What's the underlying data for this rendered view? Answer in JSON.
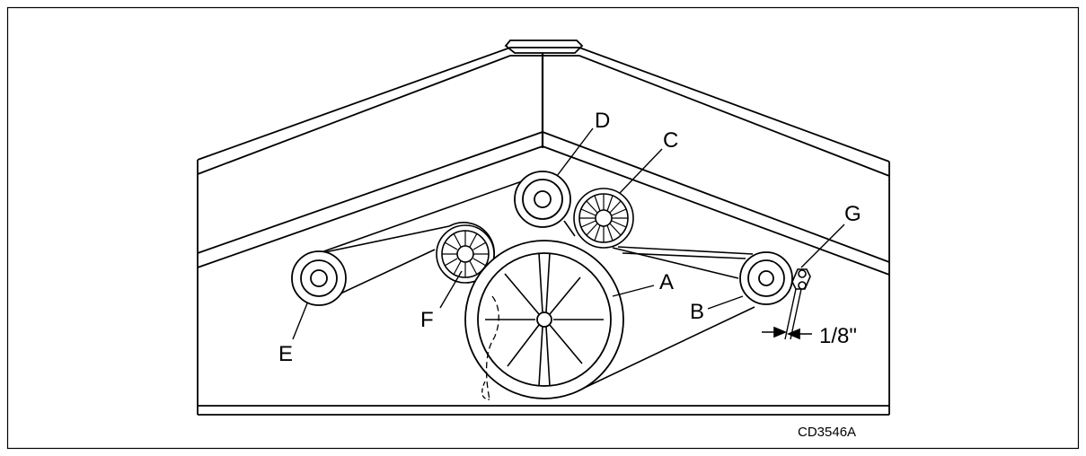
{
  "diagram": {
    "figure_code": "CD3546A",
    "clearance_note": "1/8\"",
    "labels": {
      "A": "A",
      "B": "B",
      "C": "C",
      "D": "D",
      "E": "E",
      "F": "F",
      "G": "G"
    },
    "colors": {
      "ink": "#000000",
      "paper": "#ffffff"
    }
  }
}
